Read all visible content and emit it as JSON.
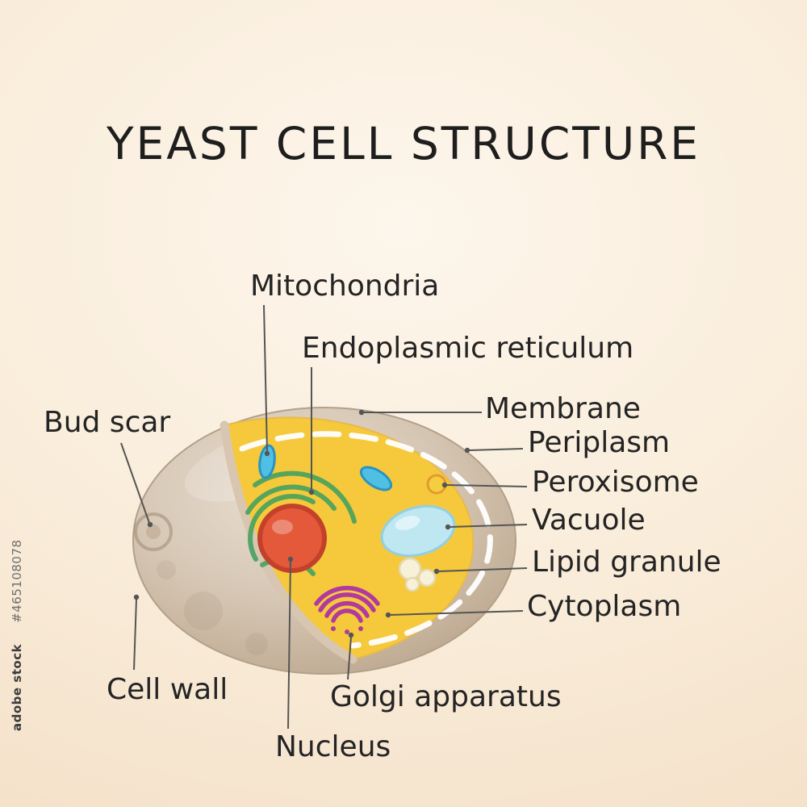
{
  "title": "YEAST CELL STRUCTURE",
  "watermark": {
    "brand": "adobe stock",
    "asset_id": "#465108078"
  },
  "labels": {
    "mitochondria": "Mitochondria",
    "endoplasmic_reticulum": "Endoplasmic reticulum",
    "membrane": "Membrane",
    "periplasm": "Periplasm",
    "peroxisome": "Peroxisome",
    "vacuole": "Vacuole",
    "lipid_granule": "Lipid granule",
    "cytoplasm": "Cytoplasm",
    "golgi_apparatus": "Golgi apparatus",
    "nucleus": "Nucleus",
    "cell_wall": "Cell wall",
    "bud_scar": "Bud scar"
  },
  "colors": {
    "background": "#f8ecd9",
    "cell_wall": "#cdbba6",
    "cytoplasm": "#f5c93b",
    "membrane": "#ffffff",
    "nucleus": "#e4593a",
    "nucleus_border": "#c3402a",
    "endoplasmic_reticulum": "#46a25f",
    "mitochondria": "#4fc0e4",
    "mitochondria_border": "#2a93c0",
    "peroxisome": "#f3ce3f",
    "vacuole": "#bfe7f2",
    "lipid_granule": "#f7f1da",
    "golgi": "#b03a9e",
    "leader_line": "#555555",
    "text": "#242424"
  }
}
